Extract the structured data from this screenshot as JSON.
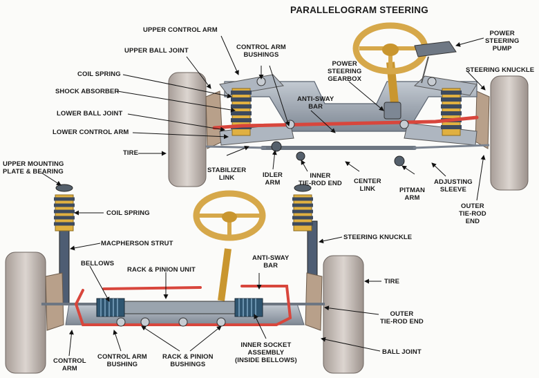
{
  "title": "PARALLELOGRAM STEERING",
  "colors": {
    "frame": "#9aa4ae",
    "tire": "#c9c0ba",
    "spring": "#4e5d73",
    "spring_band": "#e0b040",
    "steering_wheel": "#d6a84a",
    "anti_sway_bar": "#d8463c"
  },
  "top_labels": {
    "upper_control_arm": "UPPER CONTROL ARM",
    "upper_ball_joint": "UPPER BALL JOINT",
    "control_arm_bushings": "CONTROL ARM\nBUSHINGS",
    "coil_spring": "COIL SPRING",
    "shock_absorber": "SHOCK ABSORBER",
    "lower_ball_joint": "LOWER BALL JOINT",
    "lower_control_arm": "LOWER CONTROL ARM",
    "tire": "TIRE",
    "power_steering_gearbox": "POWER\nSTEERING\nGEARBOX",
    "anti_sway_bar": "ANTI-SWAY\nBAR",
    "power_steering_pump": "POWER\nSTEERING\nPUMP",
    "steering_knuckle": "STEERING KNUCKLE",
    "stabilizer_link": "STABILIZER\nLINK",
    "idler_arm": "IDLER\nARM",
    "inner_tie_rod_end": "INNER\nTIE-ROD END",
    "center_link": "CENTER\nLINK",
    "pitman_arm": "PITMAN\nARM",
    "adjusting_sleeve": "ADJUSTING\nSLEEVE",
    "outer_tie_rod_end": "OUTER\nTIE-ROD\nEND"
  },
  "bottom_labels": {
    "upper_mounting_plate": "UPPER MOUNTING\nPLATE & BEARING",
    "coil_spring": "COIL SPRING",
    "macpherson_strut": "MACPHERSON STRUT",
    "bellows": "BELLOWS",
    "rack_pinion_unit": "RACK & PINION UNIT",
    "anti_sway_bar": "ANTI-SWAY\nBAR",
    "steering_knuckle": "STEERING KNUCKLE",
    "tire": "TIRE",
    "outer_tie_rod_end": "OUTER\nTIE-ROD END",
    "ball_joint": "BALL JOINT",
    "control_arm": "CONTROL\nARM",
    "control_arm_bushing": "CONTROL ARM\nBUSHING",
    "rack_pinion_bushings": "RACK & PINION\nBUSHINGS",
    "inner_socket_assembly": "INNER SOCKET\nASSEMBLY\n(INSIDE BELLOWS)"
  }
}
